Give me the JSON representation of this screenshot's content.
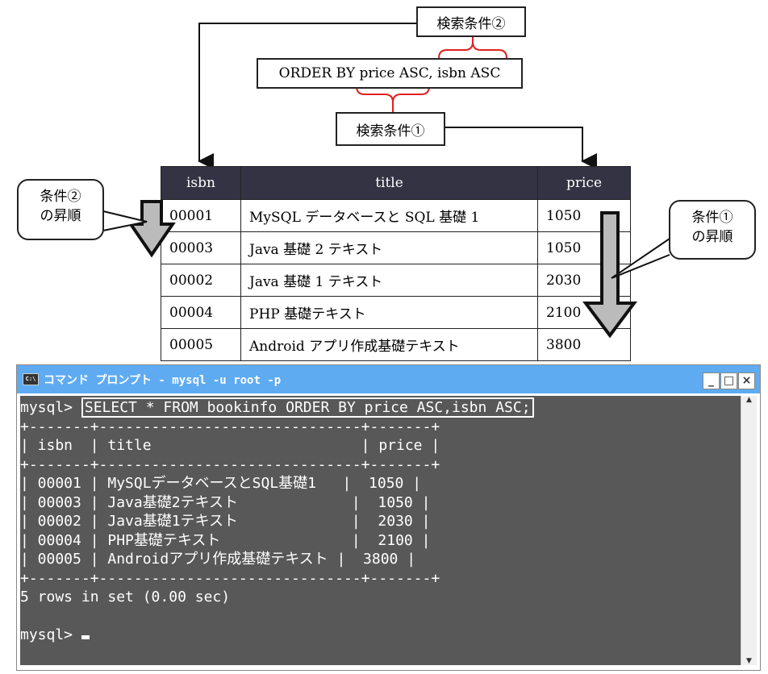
{
  "diagram": {
    "condition2_label": "検索条件②",
    "order_clause": "ORDER BY price ASC, isbn ASC",
    "condition1_label": "検索条件①",
    "callout_left": [
      "条件②",
      "の昇順"
    ],
    "callout_right": [
      "条件①",
      "の昇順"
    ],
    "table": {
      "headers": [
        "isbn",
        "title",
        "price"
      ],
      "rows": [
        [
          "00001",
          "MySQL データベースと SQL 基礎 1",
          "1050"
        ],
        [
          "00003",
          "Java 基礎 2 テキスト",
          "1050"
        ],
        [
          "00002",
          "Java 基礎 1 テキスト",
          "2030"
        ],
        [
          "00004",
          "PHP 基礎テキスト",
          "2100"
        ],
        [
          "00005",
          "Android アプリ作成基礎テキスト",
          "3800"
        ]
      ]
    }
  },
  "console": {
    "title": "コマンド プロンプト - mysql -u root -p",
    "icon_text": "C:\\",
    "prompt": "mysql> ",
    "command": "SELECT * FROM bookinfo ORDER BY price ASC,isbn ASC;",
    "border": "+-------+------------------------------+-------+",
    "header": "| isbn  | title                        | price |",
    "rows": [
      "| 00001 | MySQLデータベースとSQL基礎1   |  1050 |",
      "| 00003 | Java基礎2テキスト             |  1050 |",
      "| 00002 | Java基礎1テキスト             |  2030 |",
      "| 00004 | PHP基礎テキスト               |  2100 |",
      "| 00005 | Androidアプリ作成基礎テキスト |  3800 |"
    ],
    "result": "5 rows in set (0.00 sec)",
    "prompt2": "mysql> "
  },
  "colors": {
    "header_bg": "#343344",
    "brace": "#e02020",
    "titlebar": "#5eabf2",
    "console_bg": "#585858"
  }
}
